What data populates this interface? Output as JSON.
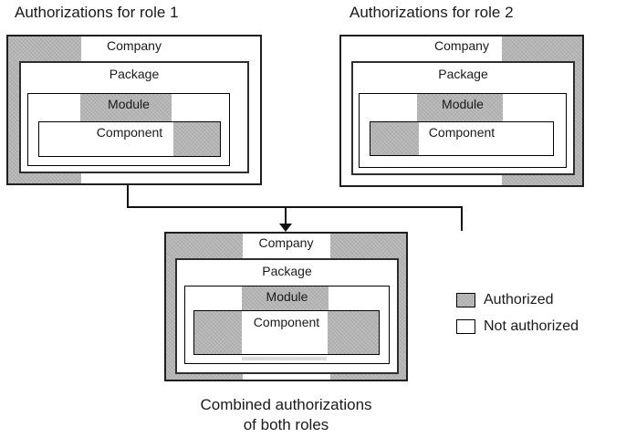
{
  "titles": {
    "role1": "Authorizations for role 1",
    "role2": "Authorizations for role 2"
  },
  "levels": {
    "company": "Company",
    "package": "Package",
    "module": "Module",
    "component": "Component"
  },
  "legend": {
    "authorized": "Authorized",
    "not_authorized": "Not authorized"
  },
  "caption": {
    "line1": "Combined authorizations",
    "line2": "of both roles"
  },
  "colors": {
    "authorized_fill": "#b3b3b3",
    "not_authorized_fill": "#ffffff",
    "border": "#1f1f1f",
    "line": "#111111"
  }
}
